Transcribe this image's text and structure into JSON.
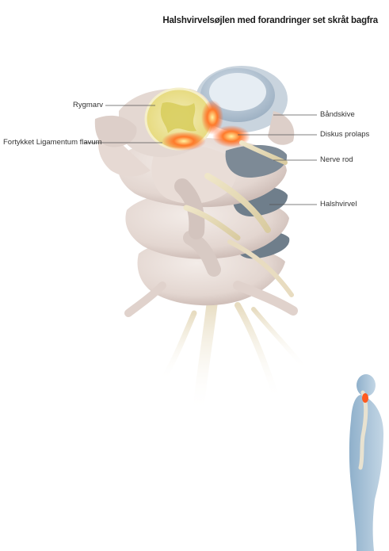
{
  "title": "Halshvirvelsøjlen med forandringer set skråt bagfra",
  "labels": {
    "rygmarv": "Rygmarv",
    "ligamentum": "Fortykket Ligamentum flavum",
    "baandskive": "Båndskive",
    "diskus": "Diskus prolaps",
    "nerve": "Nerve rod",
    "halshvirvel": "Halshvirvel"
  },
  "colors": {
    "bone": "#e8dcd6",
    "bone_shadow": "#c9b8b2",
    "disc": "#7d8a96",
    "cord": "#e8e08a",
    "inflammation": "#ff5a1f",
    "nerve": "#e7dcb8",
    "figure": "#a9c3d8"
  }
}
